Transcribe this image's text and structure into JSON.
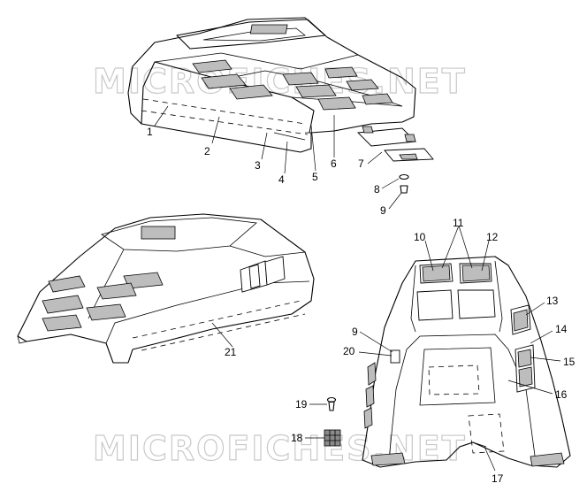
{
  "watermark": {
    "top": "MICROFICHES.NET",
    "bottom": "MICROFICHES.NET"
  },
  "callouts": [
    "1",
    "2",
    "3",
    "4",
    "5",
    "6",
    "7",
    "8",
    "9",
    "9",
    "10",
    "11",
    "12",
    "13",
    "14",
    "15",
    "16",
    "17",
    "18",
    "19",
    "20",
    "21"
  ],
  "colors": {
    "line": "#000000",
    "vent_fill": "#bdbdbd",
    "watermark": "#c9c9c9"
  }
}
